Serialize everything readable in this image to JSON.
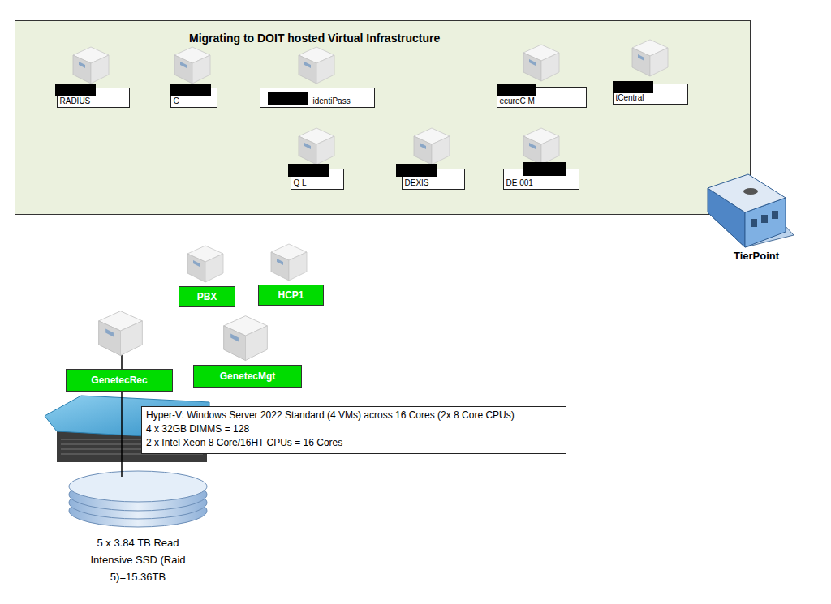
{
  "diagram": {
    "nodes": [
      {
        "text": [
          "Migrating to DOIT hosted Virtual Infrastructure"
        ]
      },
      {
        "text": [
          "RADIUS"
        ],
        "in": 0
      },
      {
        "text": [
          "C"
        ],
        "in": 0
      },
      {
        "text": [
          "identiPass"
        ],
        "in": 0
      },
      {
        "text": [
          "ecureC M"
        ],
        "in": 0
      },
      {
        "text": [
          "tCentral"
        ],
        "in": 0
      },
      {
        "text": [
          "Q L"
        ],
        "in": 0
      },
      {
        "text": [
          "DEXIS"
        ],
        "in": 0
      },
      {
        "text": [
          "DE 001"
        ],
        "in": 0
      },
      {
        "text": [
          "PBX"
        ]
      },
      {
        "text": [
          "HCP1"
        ]
      },
      {
        "text": [
          "GenetecRec"
        ]
      },
      {
        "text": [
          "GenetecMgt"
        ]
      },
      {
        "text": [
          "Hyper-V: Windows Server 2022 Standard (4 VMs) across 16 Cores (2x 8 Core CPUs)",
          "4 x 32GB DIMMS = 128",
          "2 x Intel Xeon 8 Core/16HT CPUs = 16 Cores"
        ]
      }
    ],
    "labels": [
      "TierPoint",
      "5 x 3.84 TB Read Intensive SSD (Raid 5)=15.36TB"
    ]
  }
}
